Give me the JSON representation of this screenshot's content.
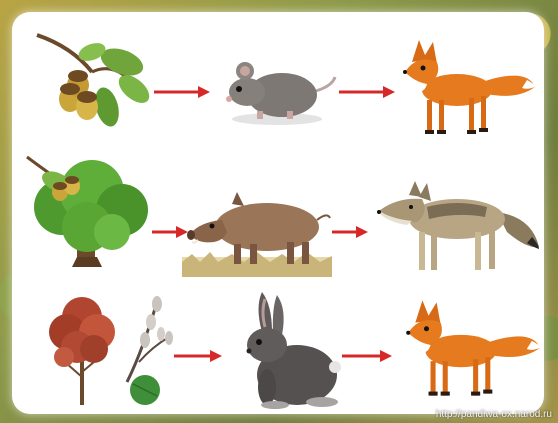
{
  "scene": {
    "rows": [
      {
        "producer": "oak-branch-with-acorns",
        "primary_consumer": "mouse",
        "secondary_consumer": "fox"
      },
      {
        "producer": "oak-tree",
        "primary_consumer": "wild-boar",
        "secondary_consumer": "wolf"
      },
      {
        "producer": "tree-and-willow-branch",
        "primary_consumer": "hare",
        "secondary_consumer": "fox"
      }
    ],
    "arrow_color": "#d62828"
  },
  "watermark": "http://pandiwa-ox.narod.ru"
}
